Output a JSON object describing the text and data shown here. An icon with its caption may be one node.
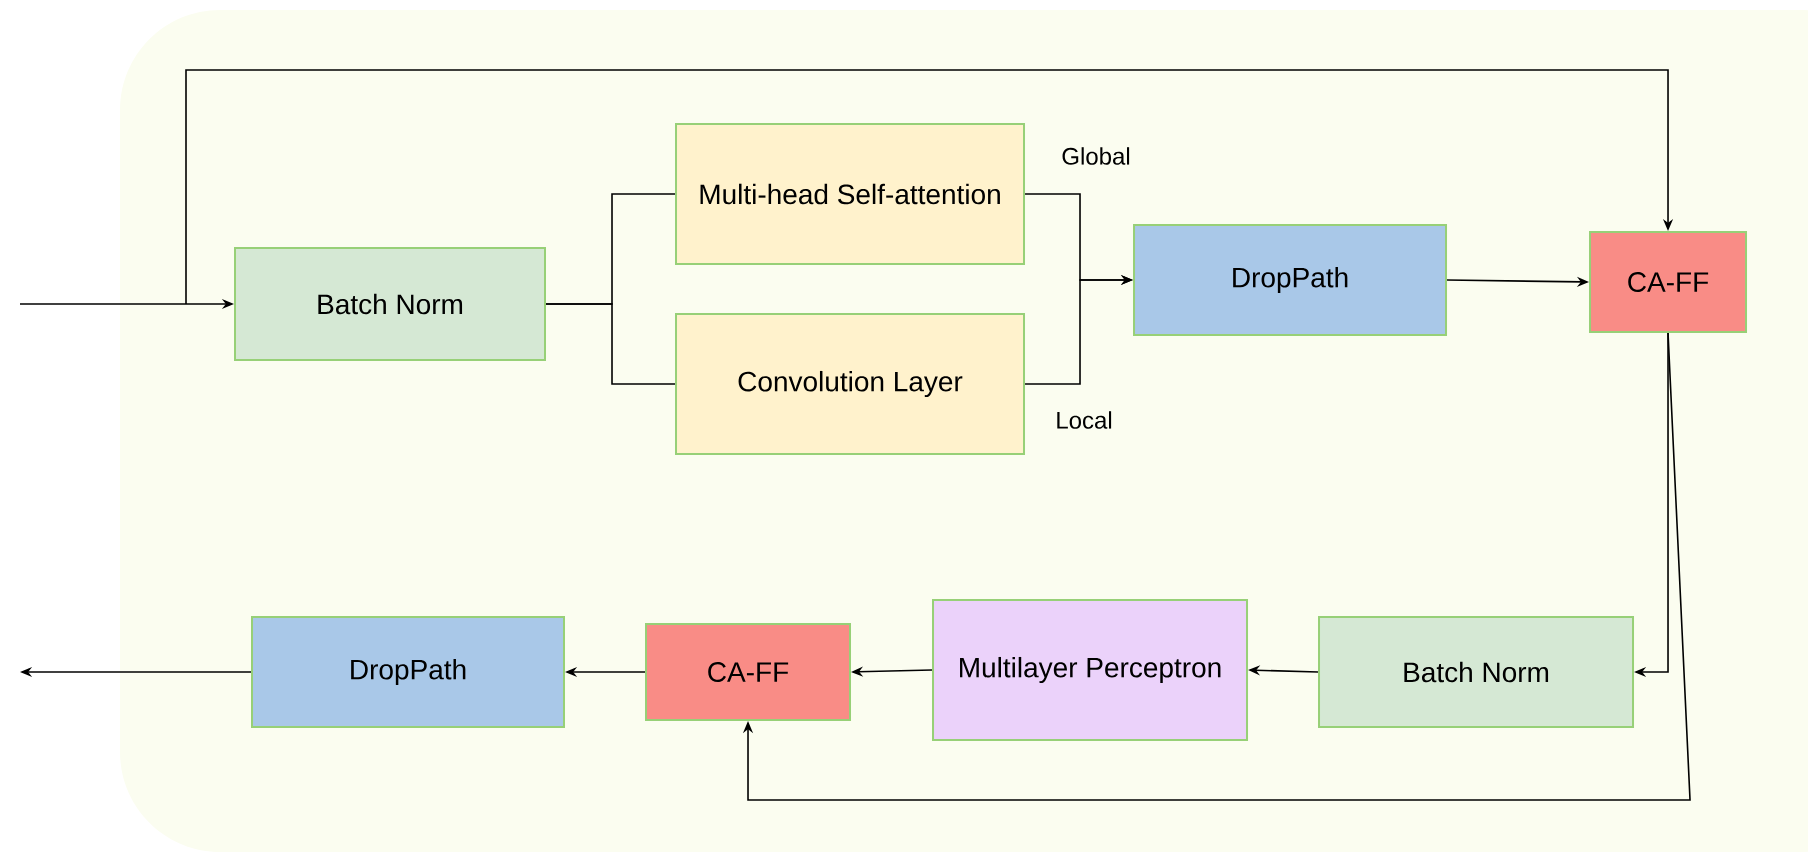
{
  "diagram": {
    "nodes": [
      {
        "text": [
          "Batch Norm"
        ]
      },
      {
        "text": [
          "Multi-head Self-attention"
        ]
      },
      {
        "text": [
          "Convolution Layer"
        ]
      },
      {
        "text": [
          "DropPath"
        ]
      },
      {
        "text": [
          "CA-FF"
        ]
      },
      {
        "text": [
          "Batch Norm"
        ]
      },
      {
        "text": [
          "Multilayer Perceptron"
        ]
      },
      {
        "text": [
          "CA-FF"
        ]
      },
      {
        "text": [
          "DropPath"
        ]
      }
    ],
    "edges": [
      {
        "from": null,
        "to": 0,
        "arrow": "to"
      },
      {
        "from": null,
        "to": 4,
        "arrow": "to"
      },
      {
        "from": 0,
        "to": 1,
        "arrow": "none"
      },
      {
        "from": 0,
        "to": 2,
        "arrow": "none"
      },
      {
        "from": 1,
        "to": 3,
        "arrow": "to",
        "label": "Global"
      },
      {
        "from": 2,
        "to": 3,
        "arrow": "to",
        "label": "Local"
      },
      {
        "from": 3,
        "to": 4,
        "arrow": "to"
      },
      {
        "from": 4,
        "to": 5,
        "arrow": "to"
      },
      {
        "from": 4,
        "to": 7,
        "arrow": "to"
      },
      {
        "from": 5,
        "to": 6,
        "arrow": "to"
      },
      {
        "from": 6,
        "to": 7,
        "arrow": "to"
      },
      {
        "from": 7,
        "to": 8,
        "arrow": "to"
      },
      {
        "from": 8,
        "to": null,
        "arrow": "to"
      }
    ]
  }
}
